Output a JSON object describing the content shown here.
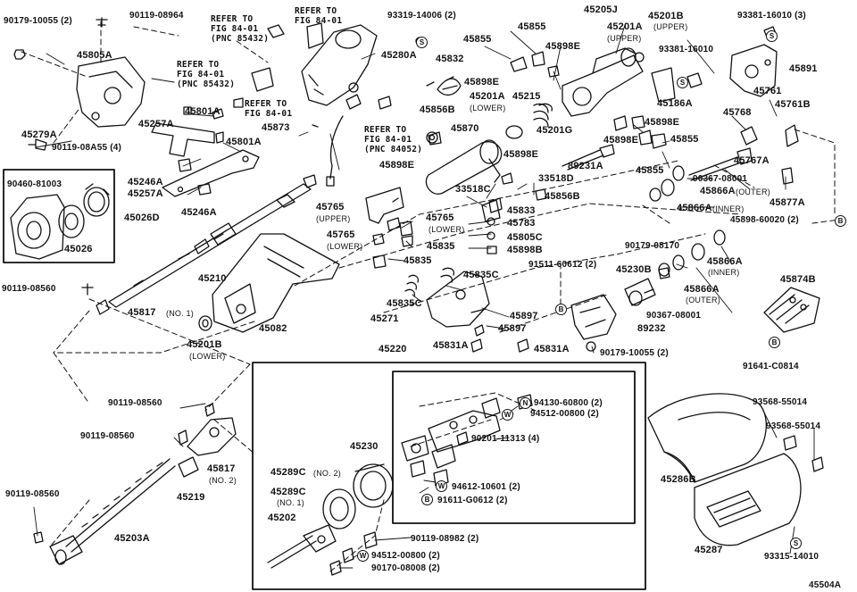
{
  "diagram_code": "45504A",
  "notes": {
    "fig_a": [
      "REFER TO",
      "FIG 84-01",
      "(PNC 85432)"
    ],
    "fig_b": [
      "REFER TO",
      "FIG 84-01",
      "(PNC 85432)"
    ],
    "fig_c": [
      "REFER TO",
      "FIG 84-01"
    ],
    "fig_d": [
      "REFER TO",
      "FIG 84-01"
    ],
    "fig_e": [
      "REFER TO",
      "FIG 84-01",
      "(PNC 84052)"
    ]
  },
  "callouts": {
    "c1": "90179-10055 (2)",
    "c2": "90119-08964",
    "c3": "45805A",
    "c4": "45279A",
    "c5": "90119-08A55 (4)",
    "c6": "45801A",
    "c7": "45257A",
    "c8": "45801A",
    "c9": "45246A",
    "c10": "45257A",
    "c11": "45246A",
    "c12": "90460-81003",
    "c13": "45026D",
    "c14": "45026",
    "c15": "90119-08560",
    "c16": "45817",
    "c17": "45210",
    "c18": "45082",
    "c19": "45201B",
    "c20": "45280A",
    "c21": "45873",
    "c22": "93319-14006 (2)",
    "c23": "45832",
    "c24": "45898E",
    "c25": "45856B",
    "c26": "45870",
    "c27": "45898E",
    "c28": "45855",
    "c29": "45855",
    "c30": "45898E",
    "c31": "45201A",
    "c32": "45215",
    "c33": "45201G",
    "c34": "45205J",
    "c35": "45201B",
    "c36": "45201A",
    "c37": "93381-16010 (3)",
    "c38": "93381-16010",
    "c39": "45891",
    "c40": "45186A",
    "c41": "45761",
    "c42": "45768",
    "c43": "45761B",
    "c44": "45898E",
    "c45": "45898E",
    "c46": "45855",
    "c47": "89231A",
    "c48": "45855",
    "c49": "45767A",
    "c50": "90367-08001",
    "c51": "45866A",
    "c52": "45866A",
    "c53": "45877A",
    "c54": "45898-60020 (2)",
    "c55": "45898E",
    "c56": "33518D",
    "c57": "33518C",
    "c58": "45856B",
    "c59": "45833",
    "c60": "45783",
    "c61": "45805C",
    "c62": "45898B",
    "c63": "45765",
    "c64": "45765",
    "c65": "45765",
    "c66": "45835",
    "c67": "45835",
    "c68": "45835C",
    "c69": "45835C",
    "c70": "45271",
    "c71": "45897",
    "c72": "45897",
    "c73": "91511-60612 (2)",
    "c74": "90179-08170",
    "c75": "45230B",
    "c76": "45866A",
    "c77": "45866A",
    "c78": "90367-08001",
    "c79": "89232",
    "c80": "45874B",
    "c81": "91641-C0814",
    "c82": "45220",
    "c83": "45831A",
    "c84": "45831A",
    "c85": "90179-10055 (2)",
    "c86": "90119-08560",
    "c87": "90119-08560",
    "c88": "45817",
    "c89": "45219",
    "c90": "90119-08560",
    "c91": "45203A",
    "c92": "45230",
    "c93": "94130-60800 (2)",
    "c94": "94512-00800 (2)",
    "c95": "90201-11313 (4)",
    "c96": "45289C",
    "c97": "45289C",
    "c98": "45202",
    "c99": "94612-10601 (2)",
    "c100": "91611-G0612 (2)",
    "c101": "90119-08982 (2)",
    "c102": "94512-00800 (2)",
    "c103": "90170-08008 (2)",
    "c104": "45286B",
    "c105": "93568-55014",
    "c106": "93568-55014",
    "c107": "45287",
    "c108": "93315-14010"
  },
  "qualifiers": {
    "no1": "(NO. 1)",
    "no1b": "(NO. 1)",
    "no2": "(NO. 2)",
    "no2b": "(NO. 2)",
    "lower": "(LOWER)",
    "lower2": "(LOWER)",
    "lower3": "(LOWER)",
    "lower4": "(LOWER)",
    "upper": "(UPPER)",
    "upper2": "(UPPER)",
    "upper3": "(UPPER)",
    "inner": "(INNER)",
    "inner2": "(INNER)",
    "outer": "(OUTER)",
    "outer2": "(OUTER)"
  },
  "markers": {
    "s": "S",
    "w": "W",
    "b": "B"
  }
}
